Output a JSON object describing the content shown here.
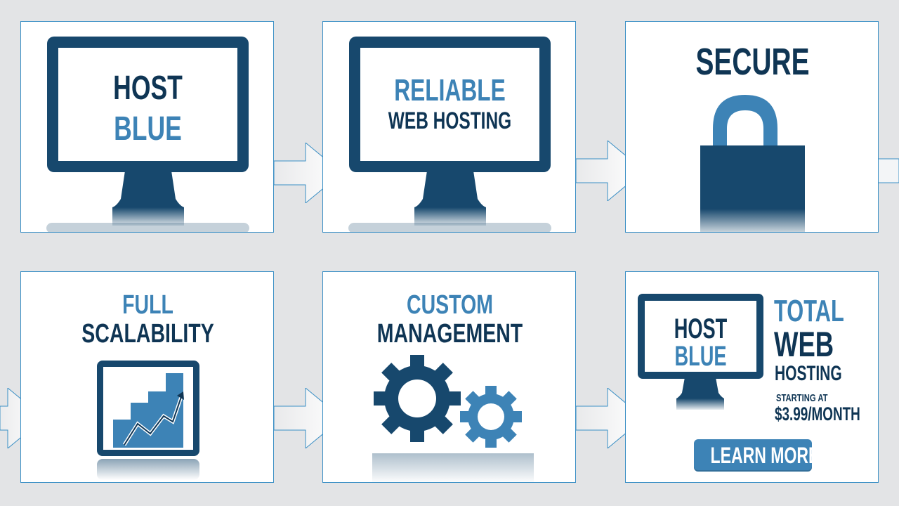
{
  "panels": {
    "p1": {
      "line1": "HOST",
      "line2": "BLUE"
    },
    "p2": {
      "line1": "RELIABLE",
      "line2": "WEB HOSTING"
    },
    "p3": {
      "line1": "SECURE"
    },
    "p4": {
      "line1": "FULL",
      "line2": "SCALABILITY"
    },
    "p5": {
      "line1": "CUSTOM",
      "line2": "MANAGEMENT"
    },
    "p6": {
      "screen_line1": "HOST",
      "screen_line2": "BLUE",
      "tagline1": "TOTAL",
      "tagline2": "WEB",
      "tagline3": "HOSTING",
      "starting": "STARTING AT",
      "price": "$3.99/MONTH",
      "cta_label": "LEARN MORE"
    }
  },
  "icons": [
    "monitor-icon",
    "padlock-icon",
    "growth-chart-icon",
    "gears-icon",
    "arrow-icon"
  ],
  "colors": {
    "navy": "#0f3554",
    "monitor_dark": "#17486d",
    "accent_blue": "#3d83b6",
    "panel_border": "#3a8fc5",
    "background": "#e3e4e6"
  }
}
